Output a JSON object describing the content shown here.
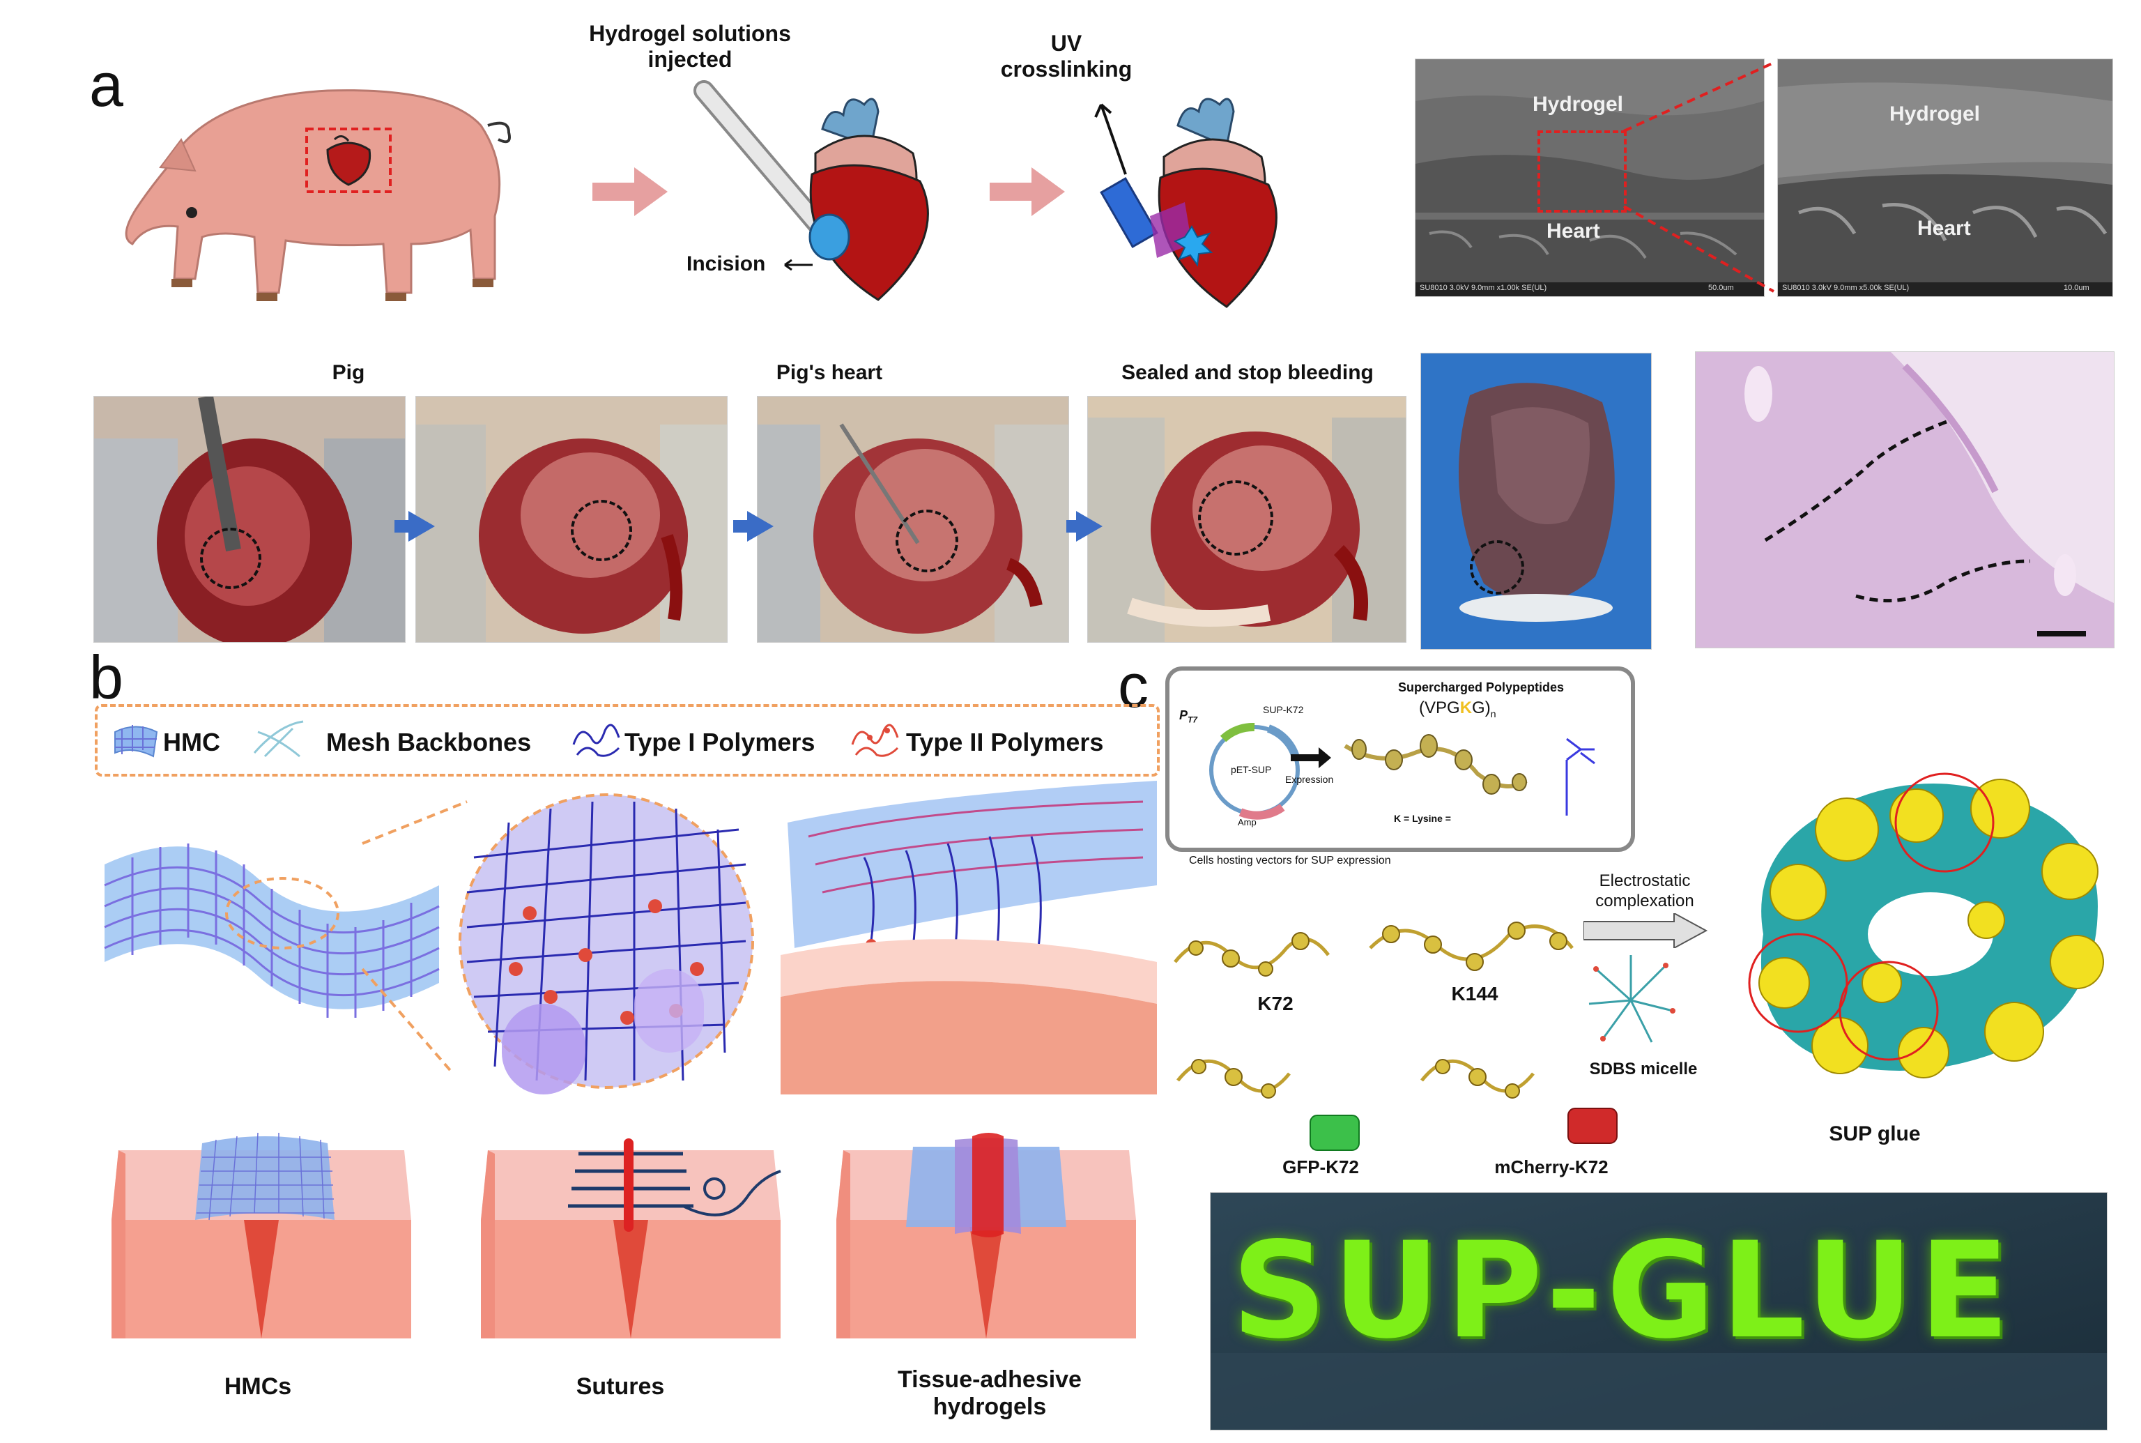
{
  "panels": {
    "a": "a",
    "b": "b",
    "c": "c"
  },
  "panel_a": {
    "step1_label": "Hydrogel solutions injected",
    "step2_label": "UV crosslinking",
    "incision_label": "Incision",
    "sem_left": {
      "top": "Hydrogel",
      "bottom": "Heart",
      "footer": "SU8010 3.0kV 9.0mm x1.00k SE(UL)",
      "scale": "50.0um"
    },
    "sem_right": {
      "top": "Hydrogel",
      "bottom": "Heart",
      "footer": "SU8010 3.0kV 9.0mm x5.00k SE(UL)",
      "scale": "10.0um"
    },
    "photo_titles": [
      "Pig",
      "Pig's heart",
      "Sealed and stop bleeding"
    ]
  },
  "panel_b": {
    "legend": [
      "HMC",
      "Mesh Backbones",
      "Type I Polymers",
      "Type II Polymers"
    ],
    "methods": [
      "HMCs",
      "Sutures",
      "Tissue-adhesive hydrogels"
    ]
  },
  "panel_c": {
    "box_title": "Supercharged Polypeptides",
    "formula_prefix": "(VPG",
    "formula_k": "K",
    "formula_suffix": "G)",
    "formula_sub": "n",
    "plasmid_center": "pET-SUP",
    "plasmid_promoter": "P",
    "plasmid_promoter_sub": "T7",
    "plasmid_gene": "SUP-K72",
    "plasmid_marker": "Amp",
    "expression": "Expression",
    "lysine_label": "K = Lysine =",
    "cells_caption": "Cells hosting vectors for SUP expression",
    "proteins": [
      "K72",
      "K144",
      "GFP-K72",
      "mCherry-K72"
    ],
    "complexation": "Electrostatic complexation",
    "micelle": "SDBS micelle",
    "glue": "SUP glue",
    "photo_text": "SUP-GLUE"
  },
  "colors": {
    "blue_arrow": "#3a6cc6",
    "pink_arrow": "#e6a0a0",
    "red_dash": "#e02020",
    "legend_border": "#f0a060",
    "glue_green": "#7ef018"
  }
}
